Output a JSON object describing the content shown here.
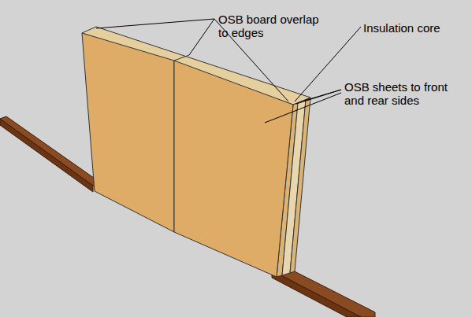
{
  "diagram": {
    "labels": [
      "OSB board overlap to edges",
      "Insulation core",
      "OSB sheets to front and rear sides"
    ]
  }
}
